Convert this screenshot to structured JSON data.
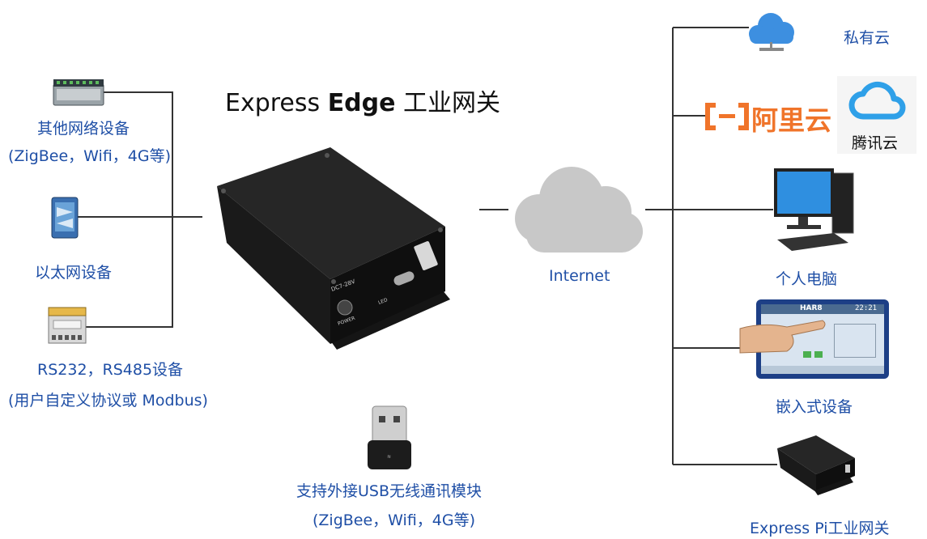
{
  "title": {
    "part1": "Express ",
    "part2": "Edge",
    "part3": " 工业网关"
  },
  "left": {
    "network_devices": {
      "line1": "其他网络设备",
      "line2": "(ZigBee，Wifi，4G等)"
    },
    "ethernet_devices": {
      "line1": "以太网设备"
    },
    "serial_devices": {
      "line1": "RS232，RS485设备",
      "line2": "(用户自定义协议或 Modbus)"
    }
  },
  "gateway": {
    "port_label": "DC7-28V",
    "led_label": "LED",
    "power_label": "POWER"
  },
  "center": {
    "internet": "Internet"
  },
  "usb": {
    "line1": "支持外接USB无线通讯模块",
    "line2": "(ZigBee，Wifi，4G等)"
  },
  "right": {
    "private_cloud": "私有云",
    "aliyun": "阿里云",
    "tencent": "腾讯云",
    "pc": "个人电脑",
    "embedded": "嵌入式设备",
    "express_pi": "Express Pi工业网关"
  },
  "hmi_screen": {
    "brand": "HAR8",
    "time": "22:21"
  }
}
